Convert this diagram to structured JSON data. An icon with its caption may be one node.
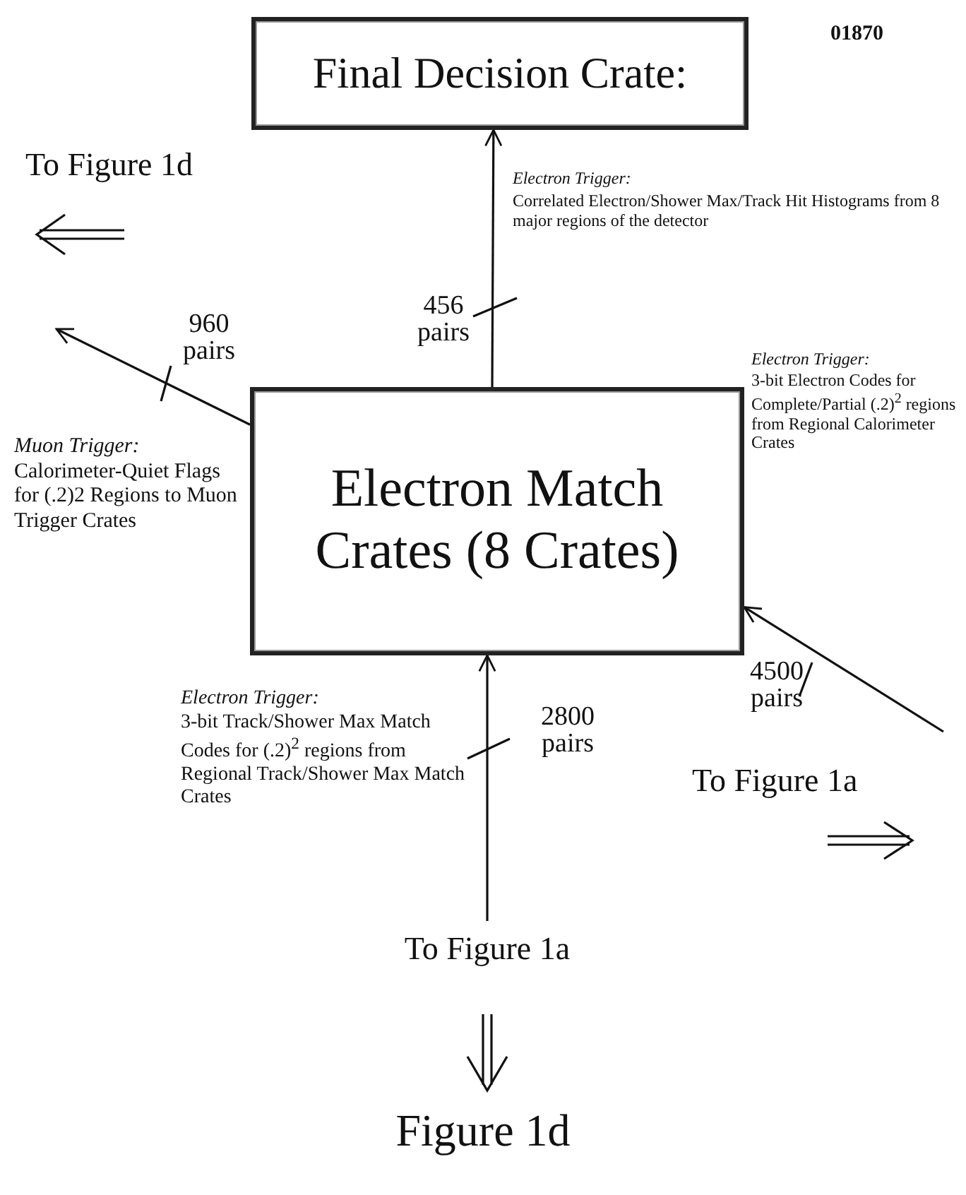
{
  "diagram": {
    "caption": "Figure 1d",
    "nodes": [
      {
        "text": [
          "Final Decision Crate:"
        ]
      },
      {
        "text": [
          "Electron Match Crates (8 Crates)"
        ]
      },
      {
        "text": [
          "To Figure 1a"
        ]
      }
    ],
    "edges": [
      {
        "from": 1,
        "to": 0,
        "arrow": "to"
      },
      {
        "from": 1,
        "to": null,
        "arrow": "to"
      },
      {
        "from": null,
        "to": 1,
        "arrow": "to"
      },
      {
        "from": 2,
        "to": 1,
        "arrow": "to"
      }
    ],
    "labels": [
      "01870",
      "To Figure 1d",
      "Electron Trigger:",
      "Correlated Electron/Shower Max/Track Hit Histograms from 8 major regions of the detector",
      "456 pairs",
      "960 pairs",
      "Electron Trigger:",
      "3-bit Electron Codes for Complete/Partial (.2)$^{2}$ regions from Regional Calorimeter Crates",
      "Muon Trigger:",
      "Calorimeter-Quiet Flags for (.2)2 Regions to Muon Trigger Crates",
      "4500 pairs",
      "Electron Trigger:",
      "3-bit Track/Shower Max Match Codes for (.2)$^{2}$ regions from Regional Track/Shower Max Match Crates",
      "2800 pairs",
      "To Figure 1a"
    ]
  }
}
